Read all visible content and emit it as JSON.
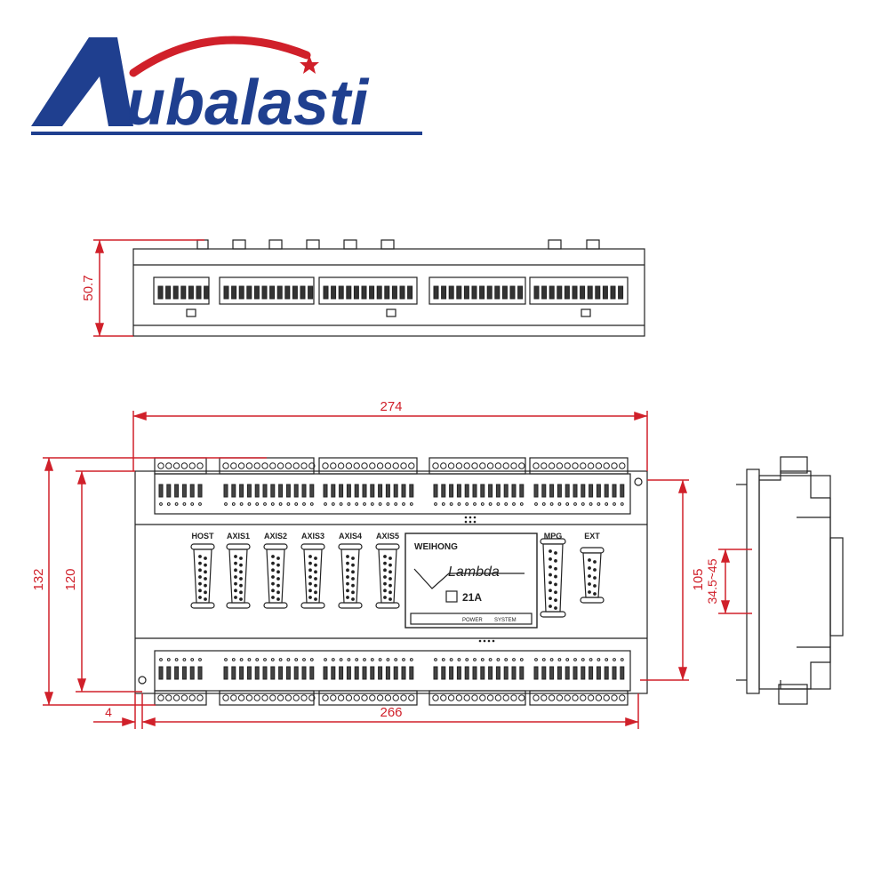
{
  "brand": {
    "name": "Aubalasti",
    "logo_letter": "A",
    "logo_text": "ubalasti",
    "colors": {
      "navy": "#1f3f8f",
      "red": "#d0202a"
    }
  },
  "dimension_color": "#d0202a",
  "dimensions": {
    "top_height": "50.7",
    "overall_width": "274",
    "overall_height": "132",
    "mount_height": "120",
    "right_height": "105",
    "side_range": "34.5~45",
    "edge_offset": "4",
    "mount_width": "266"
  },
  "panel": {
    "port_labels": [
      "HOST",
      "AXIS1",
      "AXIS2",
      "AXIS3",
      "AXIS4",
      "AXIS5",
      "MPG",
      "EXT"
    ],
    "center_module": {
      "brand": "WEIHONG",
      "product": "Lambda",
      "model": "21A",
      "leds": [
        "POWER",
        "SYSTEM"
      ]
    }
  }
}
